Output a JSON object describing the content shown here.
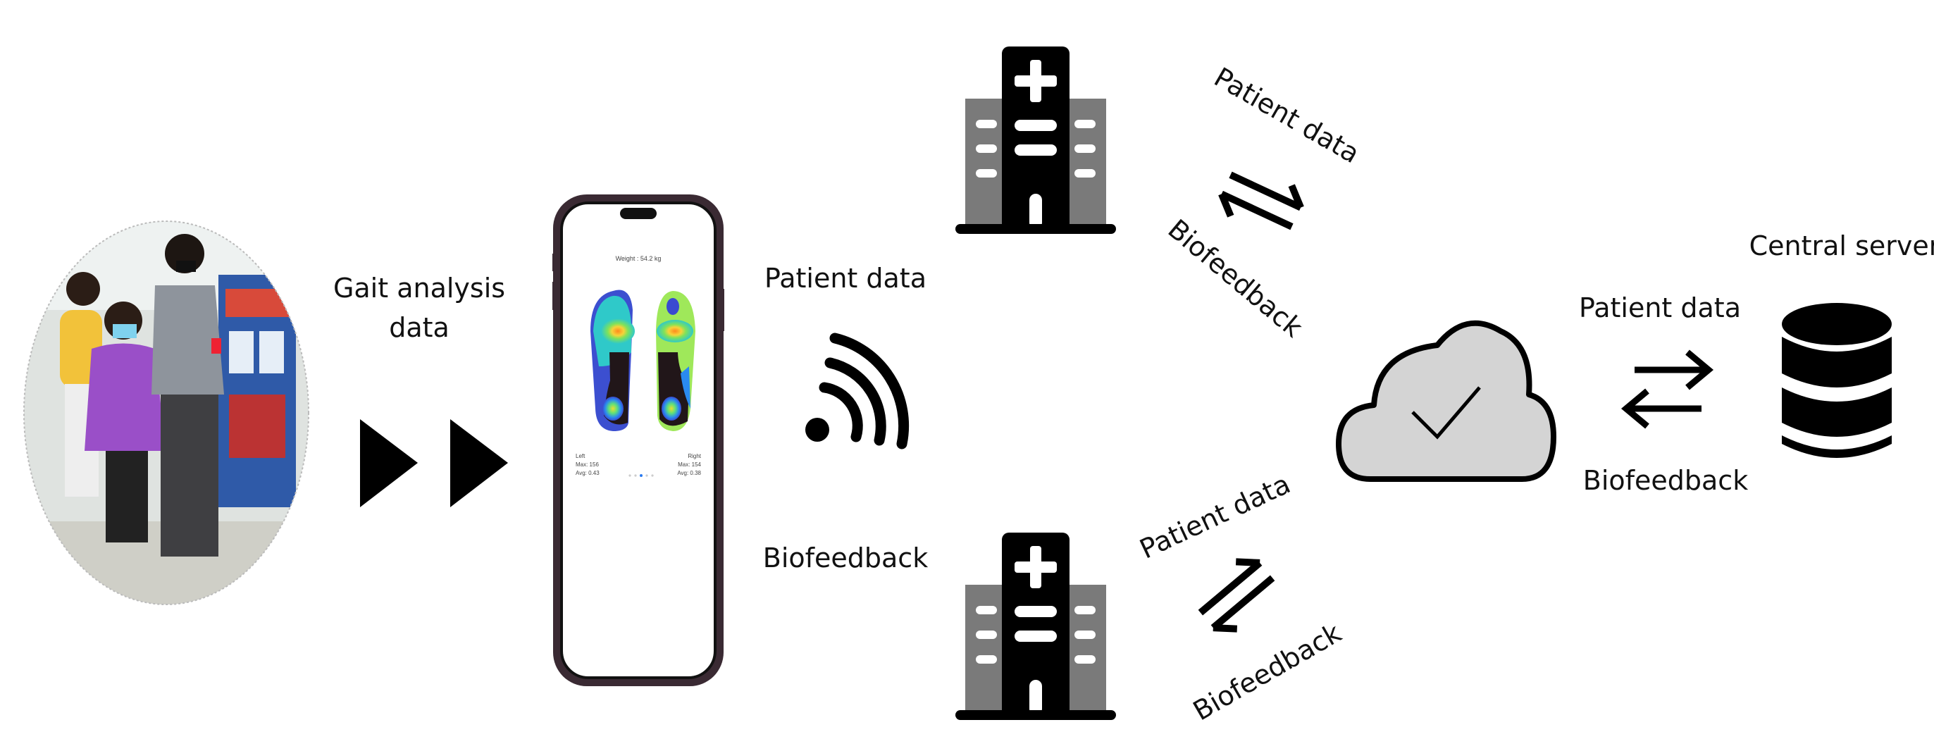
{
  "labels": {
    "gait_line1": "Gait analysis",
    "gait_line2": "data",
    "phone_patient_data": "Patient data",
    "phone_biofeedback": "Biofeedback",
    "top_patient_data": "Patient data",
    "top_biofeedback": "Biofeedback",
    "bottom_patient_data": "Patient data",
    "bottom_biofeedback": "Biofeedback",
    "server_patient_data": "Patient data",
    "server_biofeedback": "Biofeedback",
    "central_server": "Central server"
  },
  "phone": {
    "weight": "Weight : 54.2 kg",
    "left_label": "Left",
    "left_max": "Max: 156",
    "left_avg": "Avg: 0.43",
    "right_label": "Right",
    "right_max": "Max: 154",
    "right_avg": "Avg: 0.38",
    "page_dots": 5,
    "active_dot": 3
  },
  "icons": [
    "patient-photo",
    "play-arrows-icon",
    "smartphone-icon",
    "wireless-signal-icon",
    "hospital-icon",
    "exchange-arrows-icon",
    "cloud-check-icon",
    "database-icon"
  ],
  "colors": {
    "ink": "#0a0a0a",
    "gray": "#7a7a7a",
    "cloud": "#d4d4d4",
    "phone_frame": "#3a2a33"
  }
}
